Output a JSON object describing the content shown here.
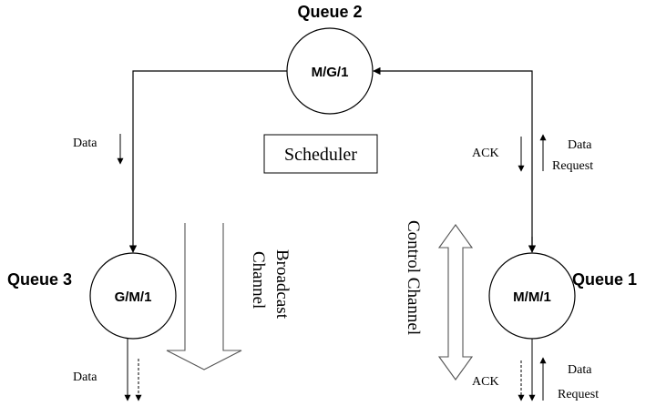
{
  "queues": {
    "q1": {
      "title": "Queue 1",
      "model": "M/M/1"
    },
    "q2": {
      "title": "Queue 2",
      "model": "M/G/1"
    },
    "q3": {
      "title": "Queue 3",
      "model": "G/M/1"
    }
  },
  "scheduler": {
    "label": "Scheduler"
  },
  "channels": {
    "broadcast_line1": "Broadcast",
    "broadcast_line2": "Channel",
    "control": "Control Channel"
  },
  "flow_labels": {
    "data_left_top": "Data",
    "data_left_bottom": "Data",
    "ack_top": "ACK",
    "data_request_top_line1": "Data",
    "data_request_top_line2": "Request",
    "ack_bottom": "ACK",
    "data_request_bottom_line1": "Data",
    "data_request_bottom_line2": "Request"
  }
}
